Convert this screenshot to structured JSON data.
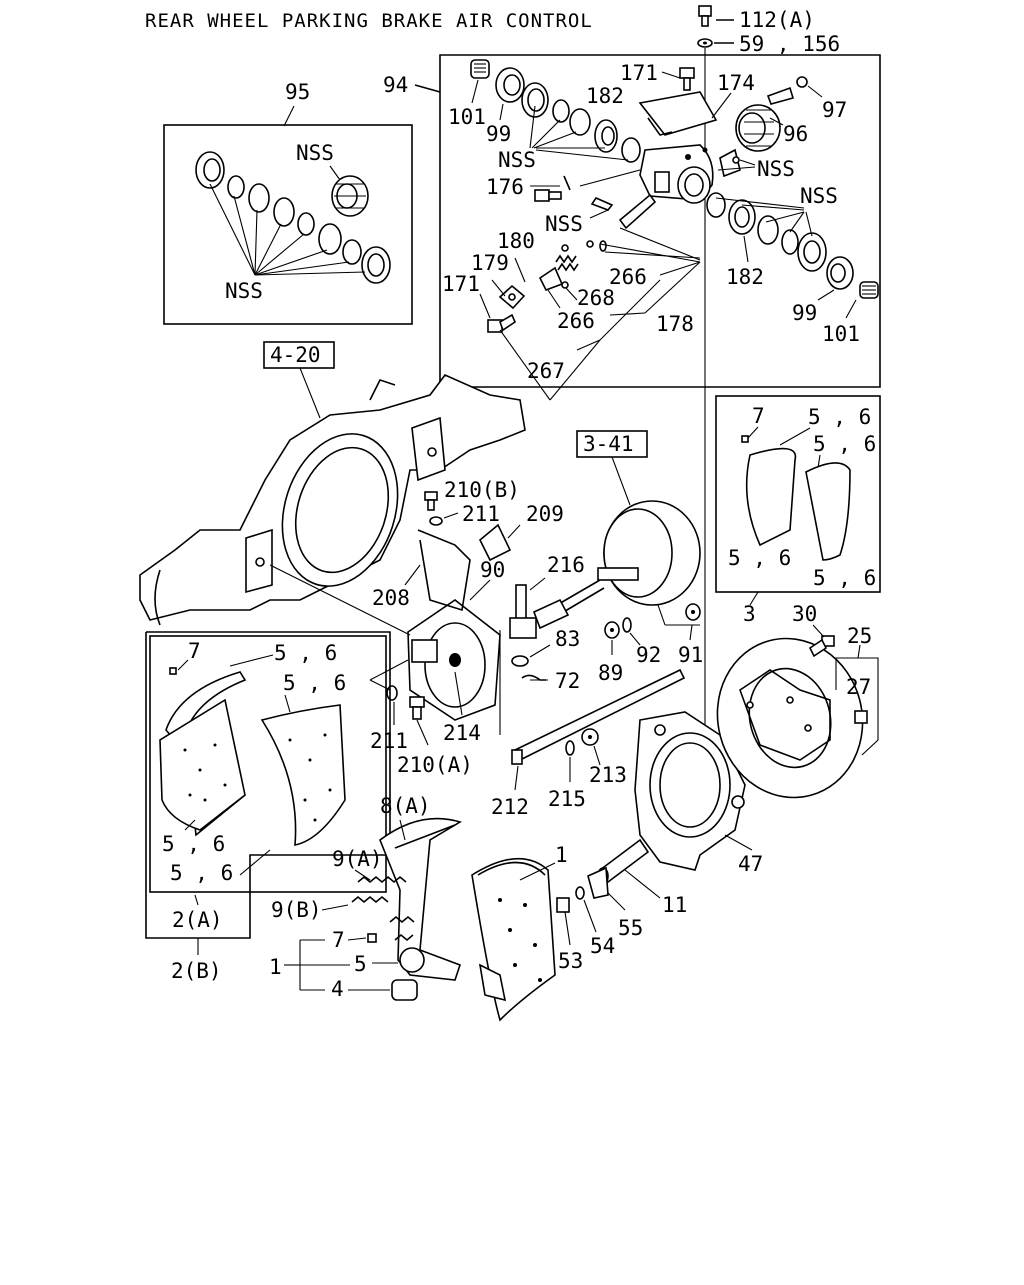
{
  "title": "REAR WHEEL PARKING BRAKE AIR CONTROL",
  "labels": {
    "p112a": "112(A)",
    "p59_156": "59 , 156",
    "p94": "94",
    "p95": "95",
    "nss": "NSS",
    "p101": "101",
    "p99": "99",
    "p171": "171",
    "p174": "174",
    "p182": "182",
    "p97": "97",
    "p96": "96",
    "p176": "176",
    "p180": "180",
    "p179": "179",
    "p266": "266",
    "p268": "268",
    "p178": "178",
    "p267": "267",
    "ref_4_20": "4-20",
    "ref_3_41": "3-41",
    "p7": "7",
    "p5_6": "5 , 6",
    "p3": "3",
    "p30": "30",
    "p25": "25",
    "p27": "27",
    "p210b": "210(B)",
    "p211": "211",
    "p209": "209",
    "p90": "90",
    "p216": "216",
    "p208": "208",
    "p83": "83",
    "p72": "72",
    "p89": "89",
    "p92": "92",
    "p91": "91",
    "p214": "214",
    "p210a": "210(A)",
    "p212": "212",
    "p215": "215",
    "p213": "213",
    "p2a": "2(A)",
    "p2b": "2(B)",
    "p8a": "8(A)",
    "p9a": "9(A)",
    "p9b": "9(B)",
    "p1": "1",
    "p5": "5",
    "p4": "4",
    "p11": "11",
    "p53": "53",
    "p54": "54",
    "p55": "55",
    "p47": "47"
  }
}
